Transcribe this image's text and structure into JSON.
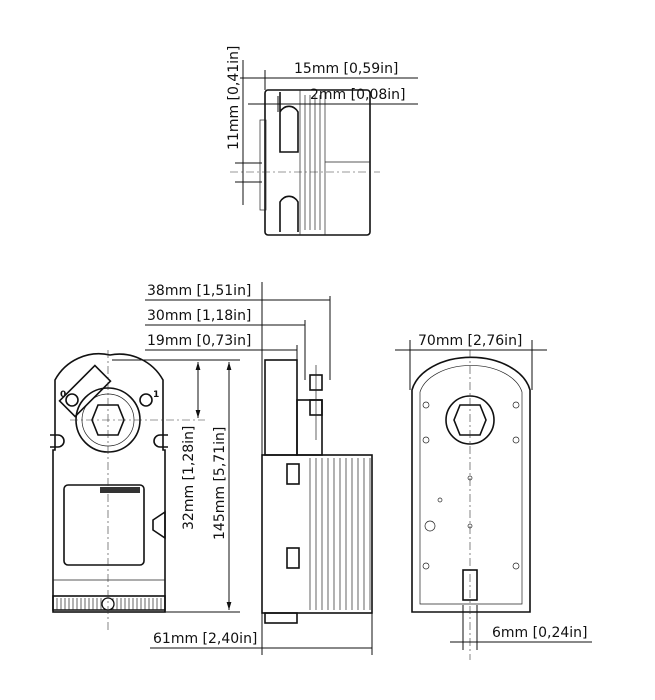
{
  "title": "Actuator dimensional drawing",
  "dimensions": {
    "top_height": "11mm [0,41in]",
    "top_depth_15": "15mm [0,59in]",
    "top_depth_2": "2mm [0,08in]",
    "side_38": "38mm [1,51in]",
    "side_30": "30mm [1,18in]",
    "side_19": "19mm [0,73in]",
    "front_32": "32mm [1,28in]",
    "front_145": "145mm [5,71in]",
    "depth_61": "61mm [2,40in]",
    "rear_70": "70mm [2,76in]",
    "shaft_6": "6mm [0,24in]"
  },
  "scale_labels": {
    "left": "0",
    "right": "1"
  }
}
